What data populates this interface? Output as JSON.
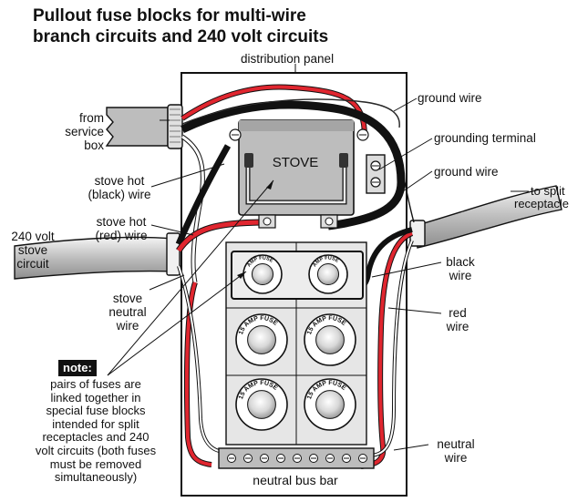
{
  "title": {
    "line1": "Pullout fuse blocks for multi-wire",
    "line2": "branch circuits and 240 volt circuits"
  },
  "labels": {
    "distribution_panel": "distribution panel",
    "ground_wire_top": "ground wire",
    "grounding_terminal": "grounding terminal",
    "ground_wire_right": "ground wire",
    "to_split_receptacle": [
      "to split",
      "receptacle"
    ],
    "from_service_box": [
      "from",
      "service",
      "box"
    ],
    "stove_hot_black": [
      "stove hot",
      "(black) wire"
    ],
    "stove_hot_red": [
      "stove hot",
      "(red) wire"
    ],
    "volt_240_stove_circuit": [
      "240 volt",
      "stove",
      "circuit"
    ],
    "stove_neutral_wire": [
      "stove",
      "neutral",
      "wire"
    ],
    "black_wire": [
      "black",
      "wire"
    ],
    "red_wire": [
      "red",
      "wire"
    ],
    "neutral_wire": [
      "neutral",
      "wire"
    ],
    "neutral_bus_bar": "neutral bus bar",
    "stove": "STOVE"
  },
  "fuses": {
    "rating_text": "15 AMP FUSE",
    "top_pair_text": "AMP FUSE"
  },
  "note": {
    "badge": "note:",
    "lines": [
      "pairs of fuses are",
      "linked together in",
      "special fuse blocks",
      "intended for split",
      "receptacles and 240",
      "volt circuits (both fuses",
      "must be removed",
      "simultaneously)"
    ]
  },
  "colors": {
    "red_wire": "#e0262f",
    "black_wire": "#111111",
    "panel_fill": "#ffffff",
    "fuse_block_fill": "#e6e6e6",
    "stove_block_fill": "#bdbdbd",
    "fuse_glass": "#d0d0d0"
  }
}
